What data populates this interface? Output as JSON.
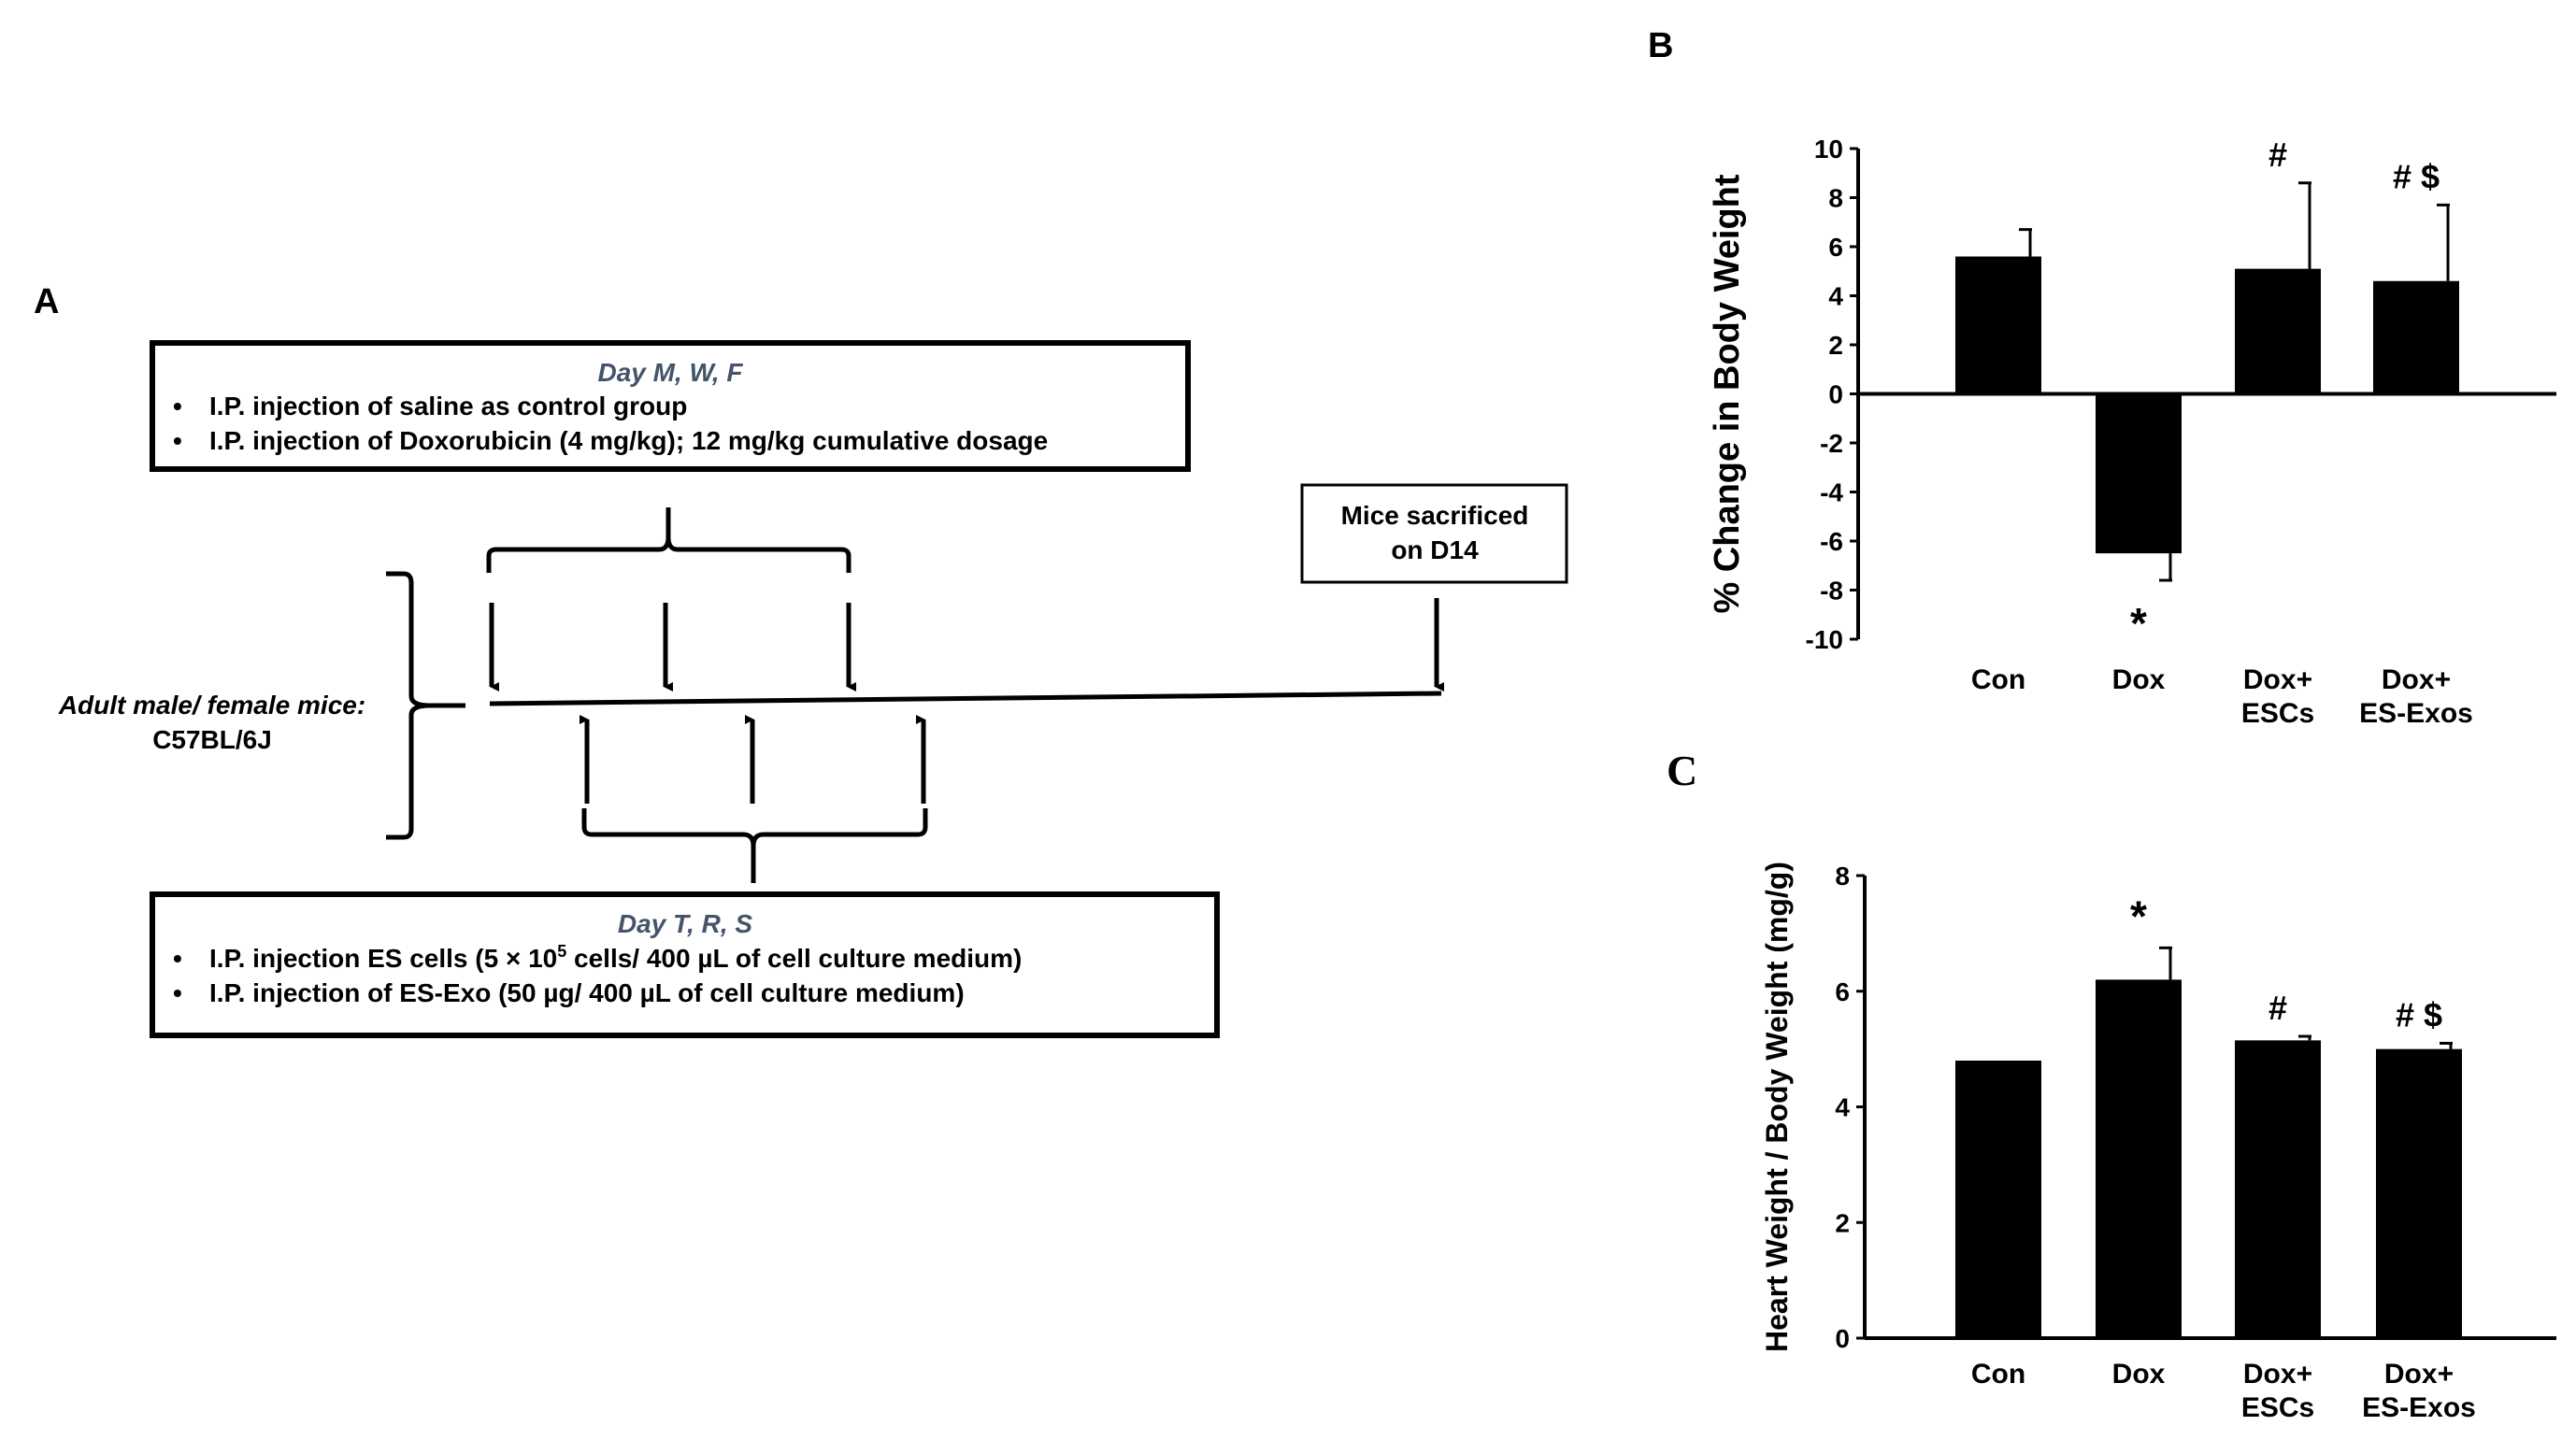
{
  "panel_a": {
    "letter": "A",
    "top_box": {
      "title": "Day M, W, F",
      "bullets": [
        "I.P. injection of saline as control group",
        "I.P. injection of Doxorubicin (4 mg/kg); 12 mg/kg cumulative dosage"
      ]
    },
    "bottom_box": {
      "title": "Day T, R, S",
      "bullet1_prefix": "I.P. injection ES cells (5 × 10",
      "bullet1_sup": "5",
      "bullet1_suffix": " cells/ 400 µL of cell culture medium)",
      "bullet2": "I.P. injection of ES-Exo (50 µg/ 400 µL of cell culture medium)"
    },
    "sacrifice_box": {
      "line1": "Mice sacrificed",
      "line2": "on D14"
    },
    "mice_label": {
      "line1": "Adult male/ female mice:",
      "line2": "C57BL/6J"
    }
  },
  "chart_data": [
    {
      "panel": "B",
      "type": "bar",
      "ylabel": "% Change in Body Weight",
      "ylim": [
        -10,
        10
      ],
      "yticks": [
        10,
        8,
        6,
        4,
        2,
        0,
        -2,
        -4,
        -6,
        -8,
        -10
      ],
      "categories": [
        [
          "Con"
        ],
        [
          "Dox"
        ],
        [
          "Dox+",
          "ESCs"
        ],
        [
          "Dox+",
          "ES-Exos"
        ]
      ],
      "values": [
        5.6,
        -6.5,
        5.1,
        4.6
      ],
      "errors": [
        1.1,
        1.1,
        3.5,
        3.1
      ],
      "annotations": [
        "",
        "*",
        "#",
        "# $"
      ],
      "bar_color": "#000000"
    },
    {
      "panel": "C",
      "type": "bar",
      "ylabel": "Heart Weight / Body Weight (mg/g)",
      "ylim": [
        0,
        8
      ],
      "yticks": [
        8,
        6,
        4,
        2,
        0
      ],
      "categories": [
        [
          "Con"
        ],
        [
          "Dox"
        ],
        [
          "Dox+",
          "ESCs"
        ],
        [
          "Dox+",
          "ES-Exos"
        ]
      ],
      "values": [
        4.8,
        6.2,
        5.15,
        5.0
      ],
      "errors": [
        0,
        0.55,
        0.07,
        0.1
      ],
      "annotations": [
        "",
        "*",
        "#",
        "# $"
      ],
      "bar_color": "#000000"
    }
  ]
}
